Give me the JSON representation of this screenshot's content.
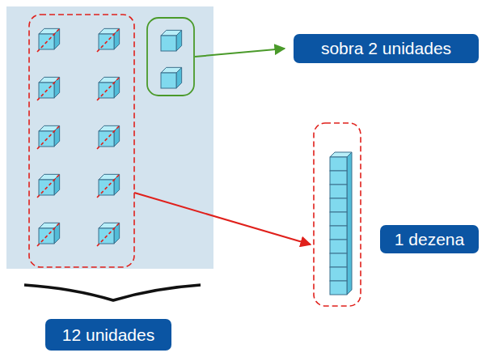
{
  "diagram": {
    "nodes": [
      {
        "text": [
          "sobra 2 unidades"
        ]
      },
      {
        "text": [
          "1 dezena"
        ]
      },
      {
        "text": [
          "12 unidades"
        ]
      }
    ]
  }
}
